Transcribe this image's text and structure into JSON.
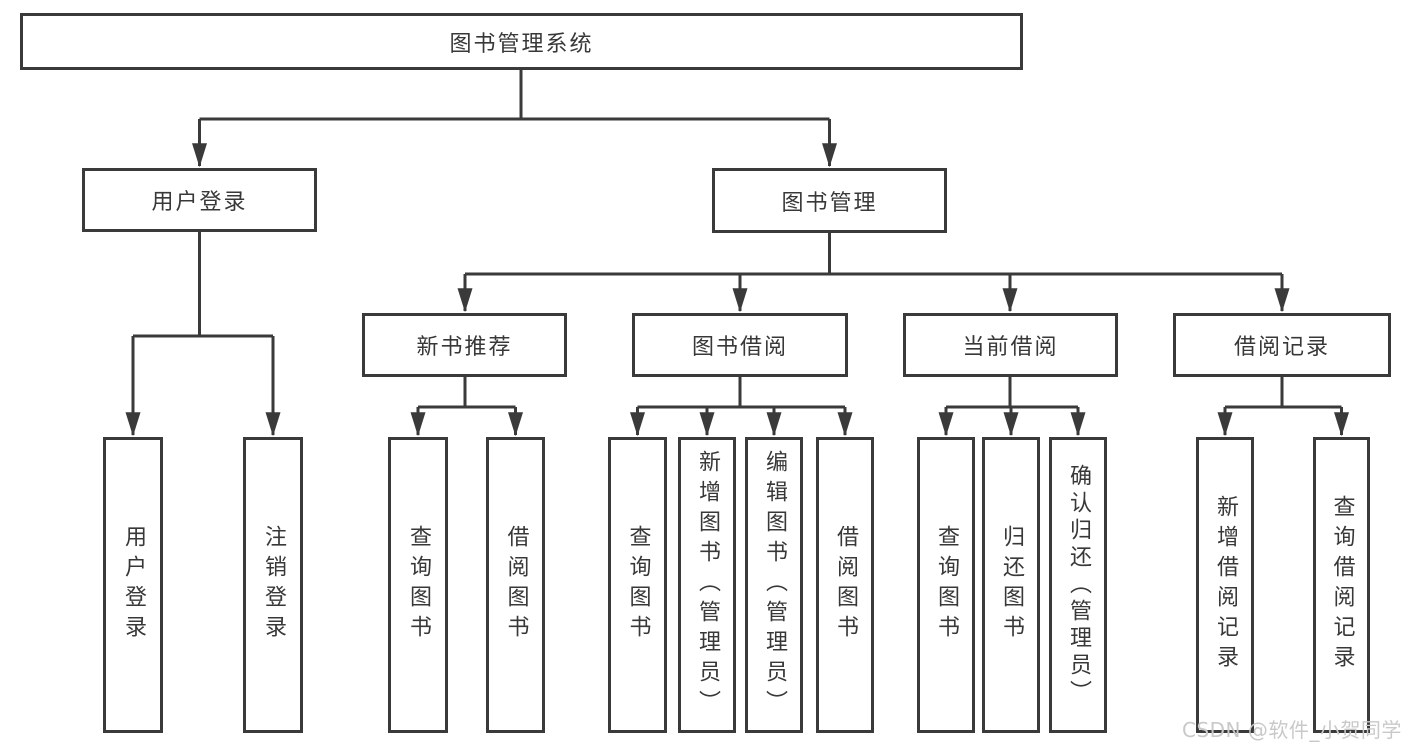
{
  "tree": {
    "root": "图书管理系统",
    "branches": [
      {
        "label": "用户登录",
        "children": [
          "用户登录",
          "注销登录"
        ]
      },
      {
        "label": "图书管理",
        "children": [
          {
            "label": "新书推荐",
            "children": [
              "查询图书",
              "借阅图书"
            ]
          },
          {
            "label": "图书借阅",
            "children": [
              "查询图书",
              "新增图书（管理员）",
              "编辑图书（管理员）",
              "借阅图书"
            ]
          },
          {
            "label": "当前借阅",
            "children": [
              "查询图书",
              "归还图书",
              "确认归还（管理员）"
            ]
          },
          {
            "label": "借阅记录",
            "children": [
              "新增借阅记录",
              "查询借阅记录"
            ]
          }
        ]
      }
    ]
  },
  "watermark": {
    "text": "CSDN @软件_小贺同学"
  },
  "colors": {
    "line": "#3a3a3a",
    "text": "#383838",
    "background": "#ffffff",
    "watermark_text": "#c9c9c9"
  }
}
